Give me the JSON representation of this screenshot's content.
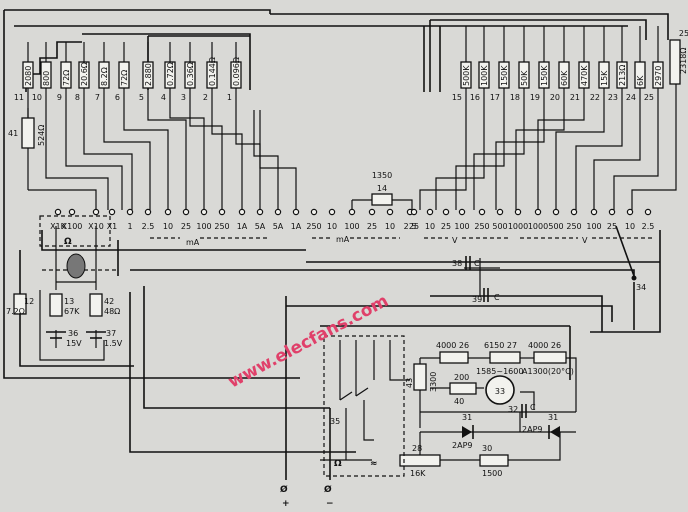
{
  "top_resistors": [
    {
      "num": "11",
      "value": "2080"
    },
    {
      "num": "10",
      "value": "800"
    },
    {
      "num": "9",
      "value": "72Ω"
    },
    {
      "num": "8",
      "value": "20.6Ω"
    },
    {
      "num": "7",
      "value": "8.2Ω"
    },
    {
      "num": "6",
      "value": "72Ω"
    },
    {
      "num": "5",
      "value": "2.880"
    },
    {
      "num": "4",
      "value": "0.72Ω"
    },
    {
      "num": "3",
      "value": "0.36Ω"
    },
    {
      "num": "2",
      "value": "0.144Ω"
    },
    {
      "num": "1",
      "value": "0.096Ω"
    },
    {
      "num": "15",
      "value": "500K"
    },
    {
      "num": "16",
      "value": "100K"
    },
    {
      "num": "17",
      "value": "150K"
    },
    {
      "num": "18",
      "value": "50K"
    },
    {
      "num": "19",
      "value": "150K"
    },
    {
      "num": "20",
      "value": "60K"
    },
    {
      "num": "21",
      "value": "470K"
    },
    {
      "num": "22",
      "value": "15K"
    },
    {
      "num": "23",
      "value": "213Ω"
    },
    {
      "num": "24",
      "value": "6K"
    },
    {
      "num": "25",
      "value": "2970"
    }
  ],
  "far_right_resistor": {
    "num": "25",
    "value": "2318Ω"
  },
  "left_resistor": {
    "num": "41",
    "value": "524Ω"
  },
  "mid_resistor": {
    "num": "14",
    "value": "1350"
  },
  "switch_labels": [
    "X1K",
    "X100",
    "X10",
    "X1",
    "1",
    "2.5",
    "10",
    "25",
    "100",
    "250",
    "1A",
    "5A",
    "5A",
    "1A",
    "250",
    "10",
    "100",
    "25",
    "10",
    "2.5",
    "25",
    "10",
    "25",
    "100",
    "250",
    "500",
    "1000",
    "1000",
    "500",
    "250",
    "100",
    "25",
    "10",
    "2.5"
  ],
  "group_labels": {
    "ohm": "Ω",
    "ma": "mA",
    "ma2": "mA",
    "v_ac": "V",
    "v_dc": "V"
  },
  "battery_section": [
    {
      "num": "12",
      "value": "7.2Ω"
    },
    {
      "num": "13",
      "value": "67K"
    },
    {
      "num": "42",
      "value": "48Ω"
    },
    {
      "num": "36",
      "value": "15V"
    },
    {
      "num": "37",
      "value": "1.5V"
    }
  ],
  "capacitors": [
    {
      "num": "38",
      "label": "C"
    },
    {
      "num": "39",
      "label": "C"
    },
    {
      "num": "32",
      "label": "C"
    }
  ],
  "switch_ref": {
    "num": "34"
  },
  "meter_section": {
    "r26a": "4000 26",
    "r27": "6150 27",
    "r26b": "4000 26",
    "movement": "1585~1600",
    "movement_alt": "A1300(20°C)",
    "meter_num": "33",
    "r43": "43",
    "r43_value": "3300",
    "r40_value": "200",
    "r40_num": "40",
    "d31a_num": "31",
    "d31a": "2AP9",
    "d31b_num": "31",
    "d31b": "2AP9",
    "r28_num": "28",
    "r28": "16K",
    "r30_num": "30",
    "r30": "1500",
    "sw35": "35",
    "ohm_symbol": "Ω",
    "ac_symbol": "≈",
    "plus": "+",
    "minus": "−",
    "term_symbol": "Ø"
  },
  "watermark": "www.elecfans.com"
}
